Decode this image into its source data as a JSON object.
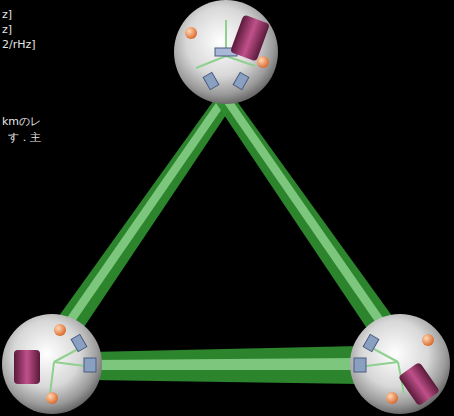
{
  "diagram": {
    "labels": [
      "z]",
      "z]",
      "2/rHz]",
      "kmのレ",
      "す．主"
    ]
  }
}
